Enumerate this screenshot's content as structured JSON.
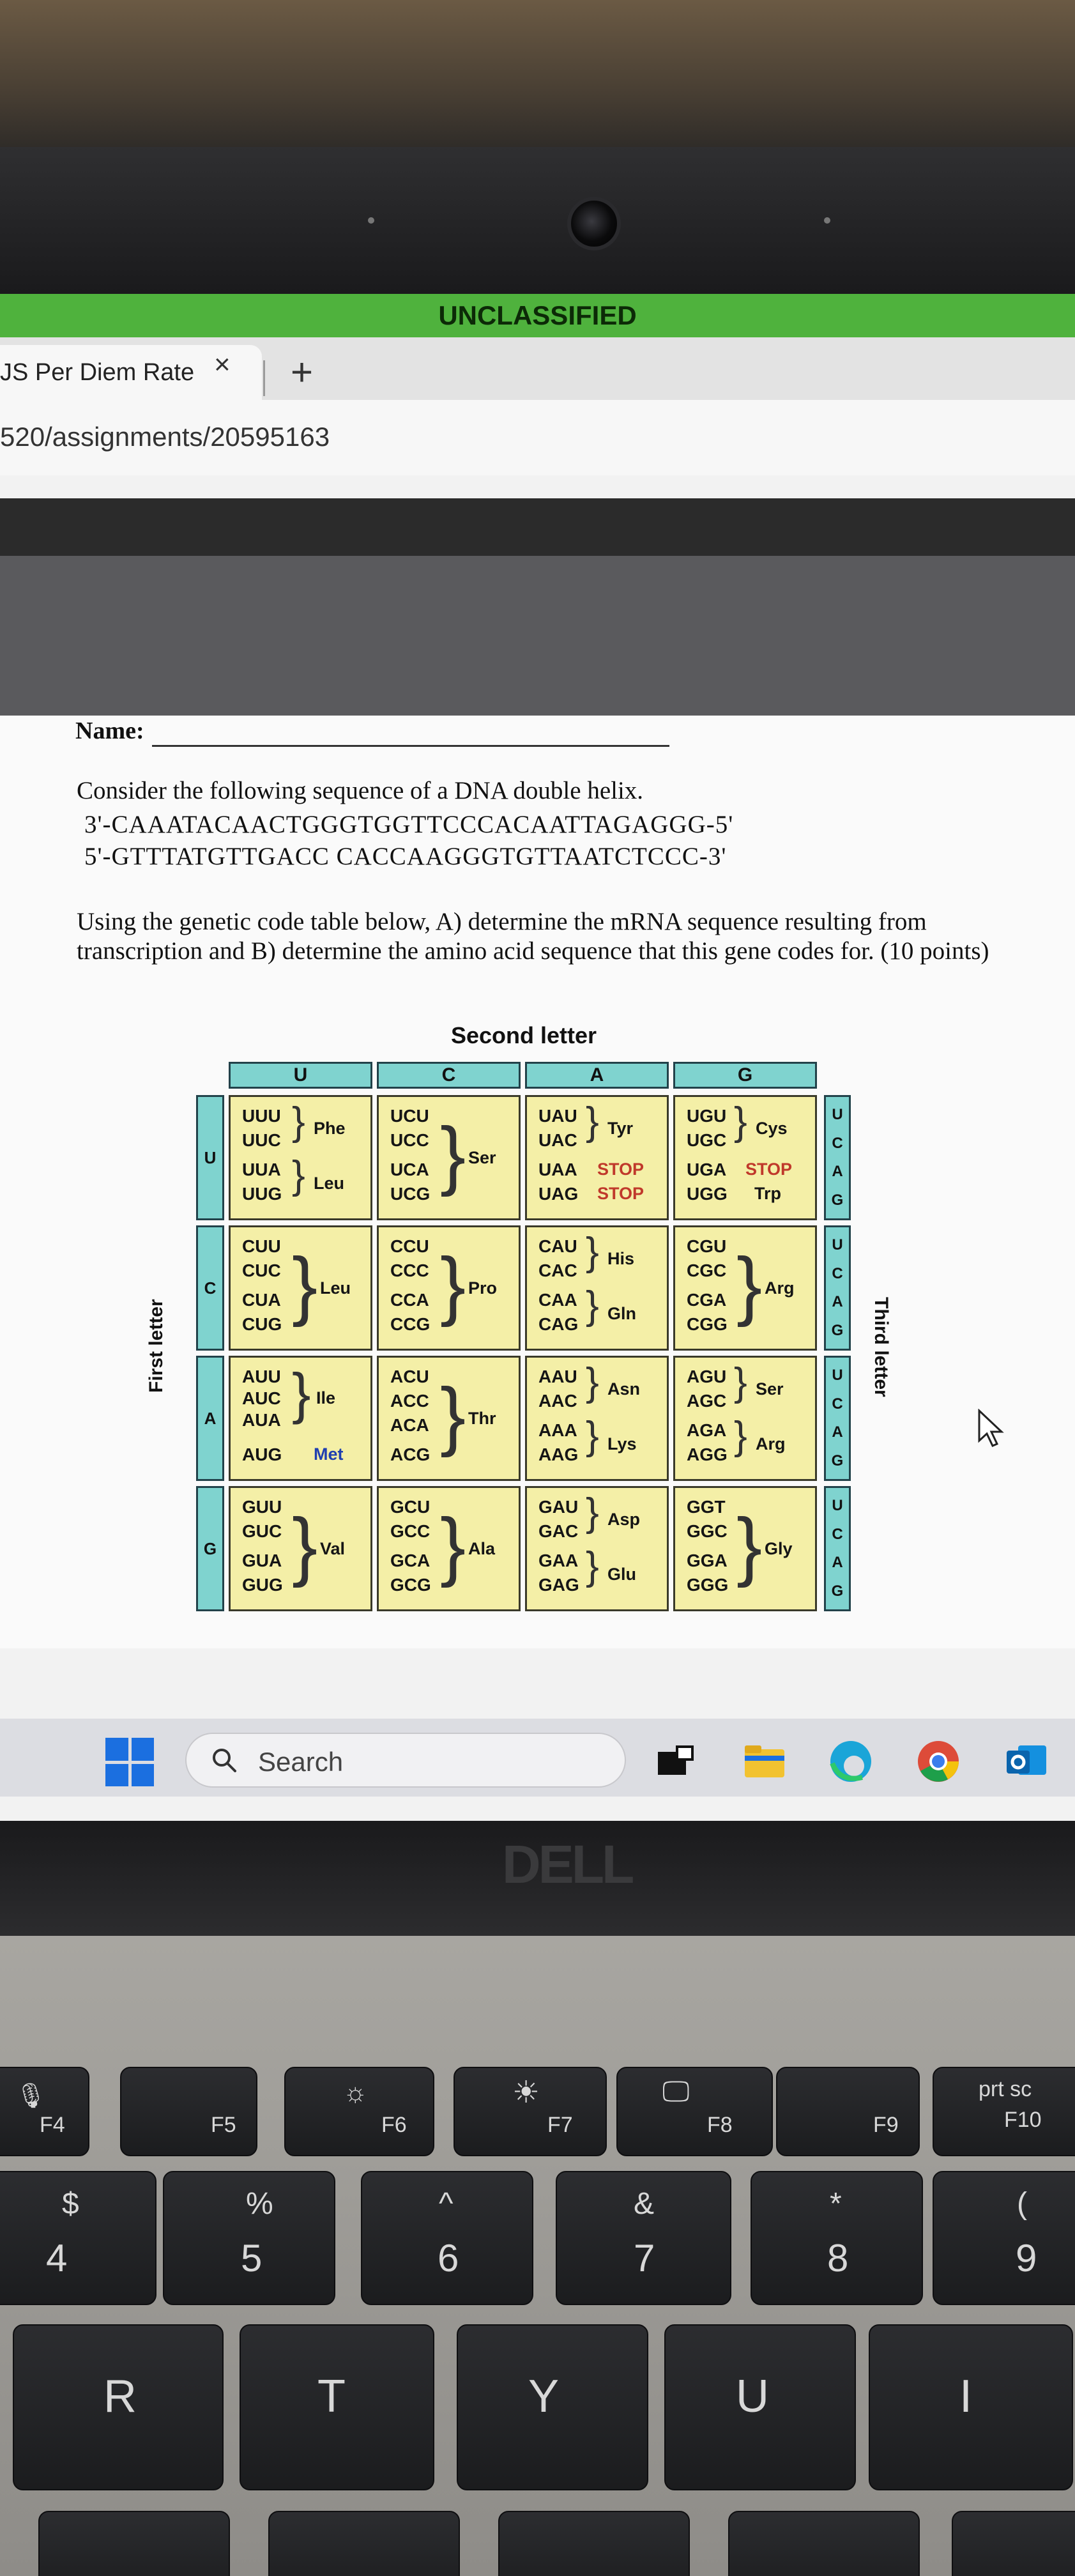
{
  "banner": {
    "classification": "UNCLASSIFIED"
  },
  "browser": {
    "tab_title": "JS Per Diem Rate",
    "tab_close": "×",
    "new_tab": "+",
    "url": "520/assignments/20595163"
  },
  "document": {
    "name_label": "Name:",
    "intro": "Consider the following sequence of a DNA double helix.",
    "sequence_top": "3'-CAAATACAACTGGGTGGTTCCCACAATTAGAGGG-5'",
    "sequence_bottom": "5'-GTTTATGTTGACC CACCAAGGGTGTTAATCTCCC-3'",
    "question": "Using the genetic code table below, A) determine the mRNA sequence resulting from transcription and B) determine the amino acid sequence that this gene codes for. (10 points)"
  },
  "codon_table": {
    "second_letter_title": "Second letter",
    "first_letter_title": "First letter",
    "third_letter_title": "Third letter",
    "columns": [
      "U",
      "C",
      "A",
      "G"
    ],
    "rows": [
      "U",
      "C",
      "A",
      "G"
    ],
    "third_letters": [
      "U",
      "C",
      "A",
      "G"
    ],
    "cells": {
      "UU": {
        "codons": [
          "UUU",
          "UUC",
          "UUA",
          "UUG"
        ],
        "amino": [
          "Phe",
          "Leu"
        ]
      },
      "UC": {
        "codons": [
          "UCU",
          "UCC",
          "UCA",
          "UCG"
        ],
        "amino": [
          "Ser"
        ]
      },
      "UA": {
        "codons": [
          "UAU",
          "UAC",
          "UAA",
          "UAG"
        ],
        "amino": [
          "Tyr",
          "STOP",
          "STOP"
        ]
      },
      "UG": {
        "codons": [
          "UGU",
          "UGC",
          "UGA",
          "UGG"
        ],
        "amino": [
          "Cys",
          "STOP",
          "Trp"
        ]
      },
      "CU": {
        "codons": [
          "CUU",
          "CUC",
          "CUA",
          "CUG"
        ],
        "amino": [
          "Leu"
        ]
      },
      "CC": {
        "codons": [
          "CCU",
          "CCC",
          "CCA",
          "CCG"
        ],
        "amino": [
          "Pro"
        ]
      },
      "CA": {
        "codons": [
          "CAU",
          "CAC",
          "CAA",
          "CAG"
        ],
        "amino": [
          "His",
          "Gln"
        ]
      },
      "CG": {
        "codons": [
          "CGU",
          "CGC",
          "CGA",
          "CGG"
        ],
        "amino": [
          "Arg"
        ]
      },
      "AU": {
        "codons": [
          "AUU",
          "AUC",
          "AUA",
          "AUG"
        ],
        "amino": [
          "Ile",
          "Met"
        ]
      },
      "AC": {
        "codons": [
          "ACU",
          "ACC",
          "ACA",
          "ACG"
        ],
        "amino": [
          "Thr"
        ]
      },
      "AA": {
        "codons": [
          "AAU",
          "AAC",
          "AAA",
          "AAG"
        ],
        "amino": [
          "Asn",
          "Lys"
        ]
      },
      "AG": {
        "codons": [
          "AGU",
          "AGC",
          "AGA",
          "AGG"
        ],
        "amino": [
          "Ser",
          "Arg"
        ]
      },
      "GU": {
        "codons": [
          "GUU",
          "GUC",
          "GUA",
          "GUG"
        ],
        "amino": [
          "Val"
        ]
      },
      "GC": {
        "codons": [
          "GCU",
          "GCC",
          "GCA",
          "GCG"
        ],
        "amino": [
          "Ala"
        ]
      },
      "GA": {
        "codons": [
          "GAU",
          "GAC",
          "GAA",
          "GAG"
        ],
        "amino": [
          "Asp",
          "Glu"
        ]
      },
      "GG": {
        "codons": [
          "GGT",
          "GGC",
          "GGA",
          "GGG"
        ],
        "amino": [
          "Gly"
        ]
      }
    }
  },
  "taskbar": {
    "search_placeholder": "Search",
    "icons": [
      "windows-start-icon",
      "search-icon",
      "task-view-icon",
      "file-explorer-icon",
      "edge-icon",
      "chrome-icon",
      "outlook-icon"
    ]
  },
  "keyboard": {
    "brand": "DELL",
    "f4": "F4",
    "f5": "F5",
    "f6": "F6",
    "f7": "F7",
    "f8": "F8",
    "f9": "F9",
    "f10": "F10",
    "prtsc": "prt sc",
    "k4_top": "$",
    "k4": "4",
    "k5_top": "%",
    "k5": "5",
    "k6_top": "^",
    "k6": "6",
    "k7_top": "&",
    "k7": "7",
    "k8_top": "*",
    "k8": "8",
    "k9_top": "(",
    "k9": "9",
    "r": "R",
    "t": "T",
    "y": "Y",
    "u": "U",
    "i": "I"
  },
  "colors": {
    "classified_banner": "#4fb23d",
    "table_header": "#7fd3cf",
    "table_cell": "#f4efa7",
    "stop": "#c0392b",
    "met": "#1f3fb0"
  }
}
